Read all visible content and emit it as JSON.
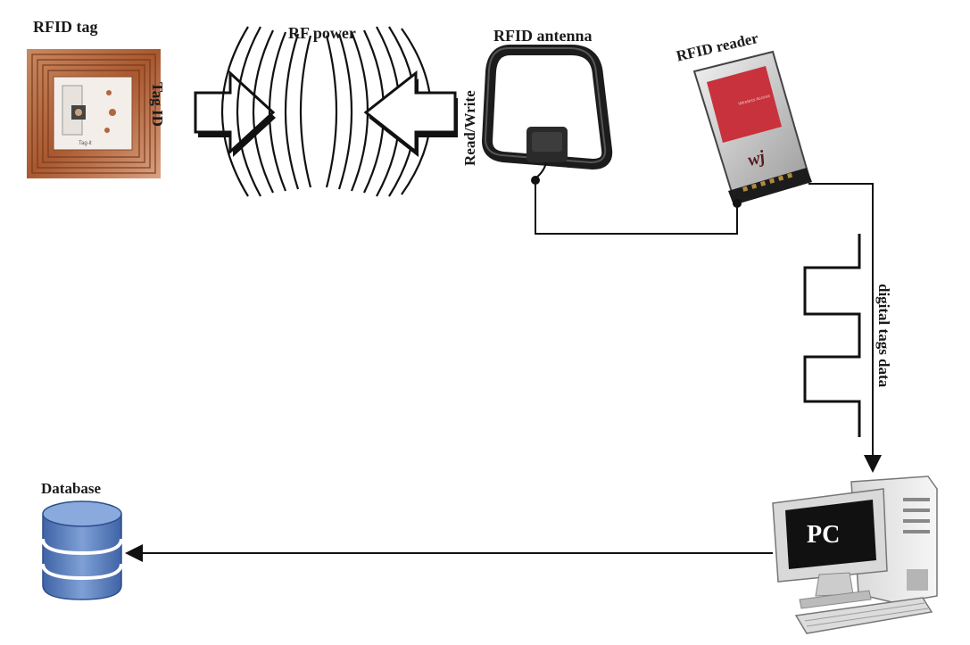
{
  "labels": {
    "rfid_tag": "RFID tag",
    "tag_id": "Tag ID",
    "rf_power": "RF power",
    "read_write": "Read/Write",
    "rfid_antenna": "RFID antenna",
    "rfid_reader": "RFID reader",
    "digital_tags_data": "digital tags data",
    "database": "Database",
    "pc": "PC"
  },
  "colors": {
    "tag_copper": "#b0673f",
    "reader_red": "#c8323c",
    "database_blue": "#5a7fbf",
    "line": "#111111"
  },
  "icons": [
    "rfid-tag-icon",
    "rf-wave-icon",
    "antenna-icon",
    "reader-card-icon",
    "database-icon",
    "computer-icon"
  ]
}
